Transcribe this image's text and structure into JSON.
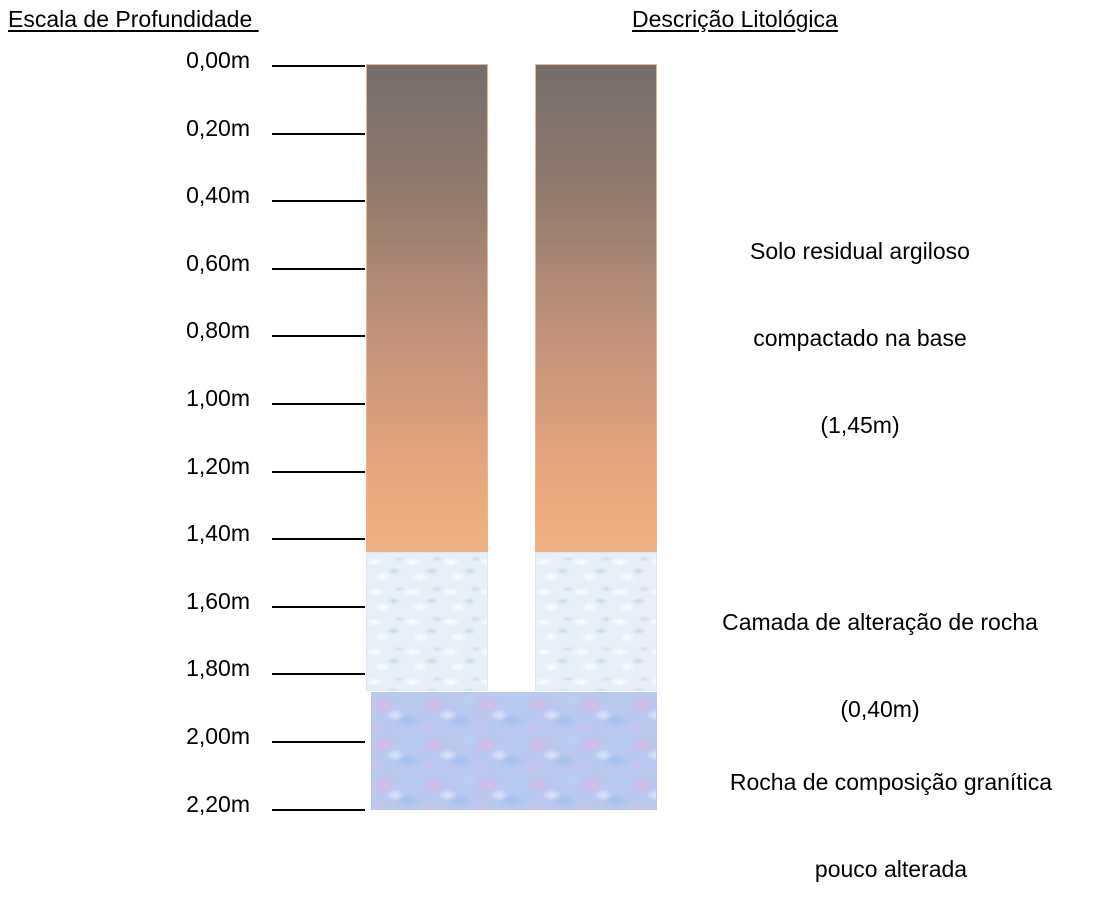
{
  "headers": {
    "depth_scale": "Escala de Profundidade ",
    "lithology": "Descrição Litológica"
  },
  "depth_ticks": [
    "0,00m",
    "0,20m",
    "0,40m",
    "0,60m",
    "0,80m",
    "1,00m",
    "1,20m",
    "1,40m",
    "1,60m",
    "1,80m",
    "2,00m",
    "2,20m"
  ],
  "layers": [
    {
      "name": "solo-residual",
      "top_m": 0.0,
      "bottom_m": 1.45,
      "description": [
        "Solo residual argiloso",
        "compactado na base",
        "(1,45m)"
      ]
    },
    {
      "name": "alteracao-rocha",
      "top_m": 1.45,
      "bottom_m": 1.85,
      "description": [
        "Camada de alteração de rocha",
        "(0,40m)"
      ]
    },
    {
      "name": "rocha-granitica",
      "top_m": 1.85,
      "bottom_m": 2.25,
      "description": [
        "Rocha de composição granítica",
        "pouco alterada"
      ]
    }
  ],
  "colors": {
    "soil_top": "#756d6b",
    "soil_bottom": "#f2b183",
    "weathered": "#e6eff7",
    "rock": "#b9c9ef"
  }
}
